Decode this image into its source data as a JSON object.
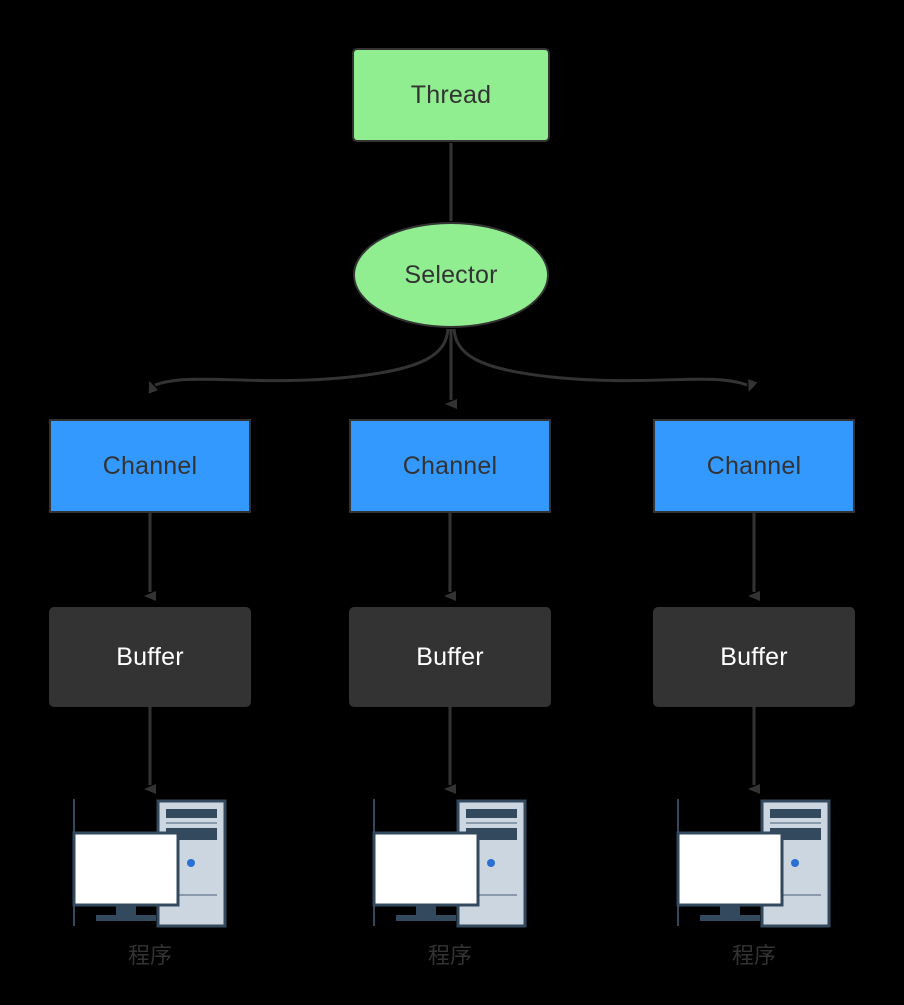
{
  "diagram": {
    "title": "Java NIO Selector / Channel / Buffer architecture",
    "background_color": "#000000",
    "nodes": {
      "thread": {
        "label": "Thread",
        "shape": "rounded-rect",
        "fill": "#90ee90",
        "stroke": "#333333",
        "text_color": "#333333"
      },
      "selector": {
        "label": "Selector",
        "shape": "ellipse",
        "fill": "#90ee90",
        "stroke": "#333333",
        "text_color": "#333333"
      },
      "channels": [
        {
          "label": "Channel",
          "shape": "rect",
          "fill": "#3399ff",
          "stroke": "#333333",
          "text_color": "#333333"
        },
        {
          "label": "Channel",
          "shape": "rect",
          "fill": "#3399ff",
          "stroke": "#333333",
          "text_color": "#333333"
        },
        {
          "label": "Channel",
          "shape": "rect",
          "fill": "#3399ff",
          "stroke": "#333333",
          "text_color": "#333333"
        }
      ],
      "buffers": [
        {
          "label": "Buffer",
          "shape": "rounded-rect",
          "fill": "#333333",
          "stroke": "none",
          "text_color": "#ffffff"
        },
        {
          "label": "Buffer",
          "shape": "rounded-rect",
          "fill": "#333333",
          "stroke": "none",
          "text_color": "#ffffff"
        },
        {
          "label": "Buffer",
          "shape": "rounded-rect",
          "fill": "#333333",
          "stroke": "none",
          "text_color": "#ffffff"
        }
      ],
      "programs": [
        {
          "icon": "desktop-computer-icon",
          "label": "程序"
        },
        {
          "icon": "desktop-computer-icon",
          "label": "程序"
        },
        {
          "icon": "desktop-computer-icon",
          "label": "程序"
        }
      ]
    },
    "edges": [
      {
        "from": "thread",
        "to": "selector",
        "style": "straight-line",
        "arrowhead": false
      },
      {
        "from": "selector",
        "to": "channel-0",
        "style": "curved",
        "arrowhead": true
      },
      {
        "from": "selector",
        "to": "channel-1",
        "style": "straight-line",
        "arrowhead": true
      },
      {
        "from": "selector",
        "to": "channel-2",
        "style": "curved",
        "arrowhead": true
      },
      {
        "from": "channel-0",
        "to": "buffer-0",
        "style": "straight-line",
        "arrowhead": true
      },
      {
        "from": "channel-1",
        "to": "buffer-1",
        "style": "straight-line",
        "arrowhead": true
      },
      {
        "from": "channel-2",
        "to": "buffer-2",
        "style": "straight-line",
        "arrowhead": true
      },
      {
        "from": "buffer-0",
        "to": "program-0",
        "style": "straight-line",
        "arrowhead": true
      },
      {
        "from": "buffer-1",
        "to": "program-1",
        "style": "straight-line",
        "arrowhead": true
      },
      {
        "from": "buffer-2",
        "to": "program-2",
        "style": "straight-line",
        "arrowhead": true
      }
    ],
    "edge_color": "#333333",
    "icon_colors": {
      "monitor_frame": "#33495e",
      "monitor_screen": "#ffffff",
      "tower_body": "#ccd6e0",
      "tower_border": "#33495e",
      "tower_slot": "#33495e",
      "power_led": "#2a6fd6"
    }
  }
}
